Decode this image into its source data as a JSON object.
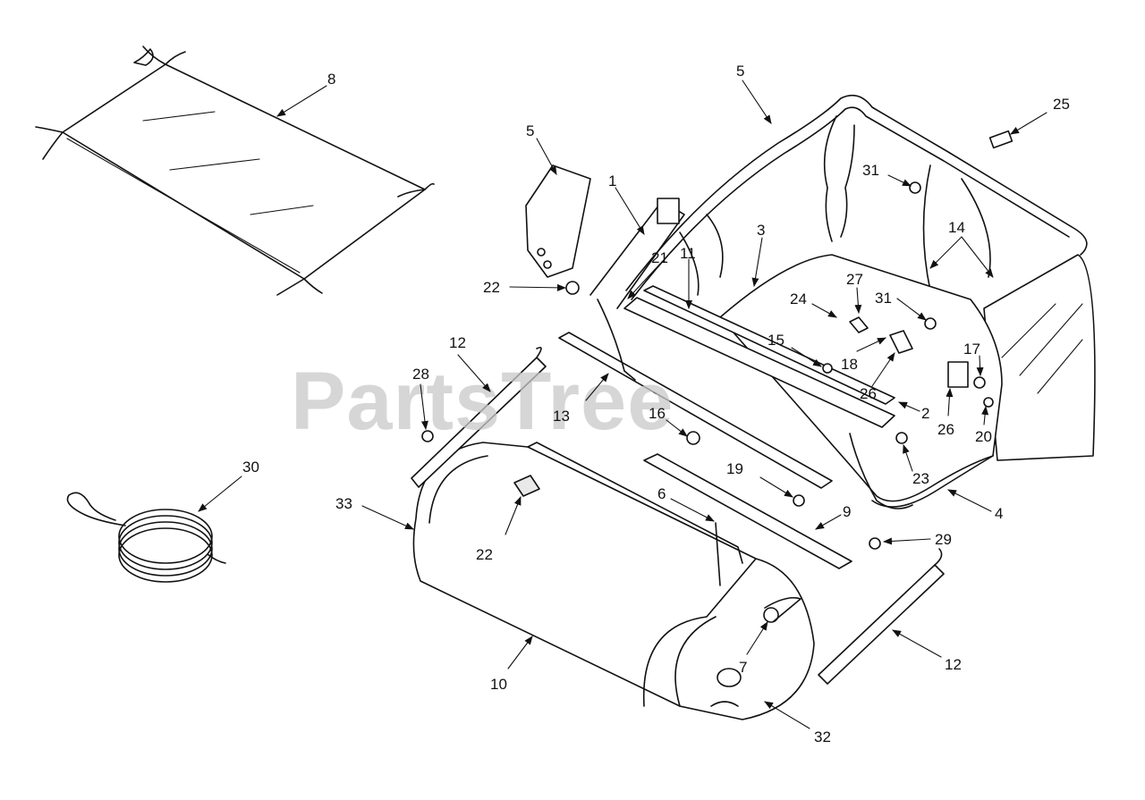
{
  "watermark": "PartsTree",
  "callouts": [
    {
      "id": "c8",
      "label": "8"
    },
    {
      "id": "c5a",
      "label": "5"
    },
    {
      "id": "c5b",
      "label": "5"
    },
    {
      "id": "c25",
      "label": "25"
    },
    {
      "id": "c31a",
      "label": "31"
    },
    {
      "id": "c1",
      "label": "1"
    },
    {
      "id": "c3",
      "label": "3"
    },
    {
      "id": "c14",
      "label": "14"
    },
    {
      "id": "c21",
      "label": "21"
    },
    {
      "id": "c11",
      "label": "11"
    },
    {
      "id": "c22a",
      "label": "22"
    },
    {
      "id": "c27",
      "label": "27"
    },
    {
      "id": "c24",
      "label": "24"
    },
    {
      "id": "c31b",
      "label": "31"
    },
    {
      "id": "c12a",
      "label": "12"
    },
    {
      "id": "c15",
      "label": "15"
    },
    {
      "id": "c18",
      "label": "18"
    },
    {
      "id": "c17",
      "label": "17"
    },
    {
      "id": "c28",
      "label": "28"
    },
    {
      "id": "c13",
      "label": "13"
    },
    {
      "id": "c26a",
      "label": "26"
    },
    {
      "id": "c2",
      "label": "2"
    },
    {
      "id": "c16",
      "label": "16"
    },
    {
      "id": "c26b",
      "label": "26"
    },
    {
      "id": "c20",
      "label": "20"
    },
    {
      "id": "c30",
      "label": "30"
    },
    {
      "id": "c23",
      "label": "23"
    },
    {
      "id": "c19",
      "label": "19"
    },
    {
      "id": "c33",
      "label": "33"
    },
    {
      "id": "c6",
      "label": "6"
    },
    {
      "id": "c4",
      "label": "4"
    },
    {
      "id": "c9",
      "label": "9"
    },
    {
      "id": "c22b",
      "label": "22"
    },
    {
      "id": "c29",
      "label": "29"
    },
    {
      "id": "c7",
      "label": "7"
    },
    {
      "id": "c12b",
      "label": "12"
    },
    {
      "id": "c10",
      "label": "10"
    },
    {
      "id": "c32",
      "label": "32"
    }
  ]
}
